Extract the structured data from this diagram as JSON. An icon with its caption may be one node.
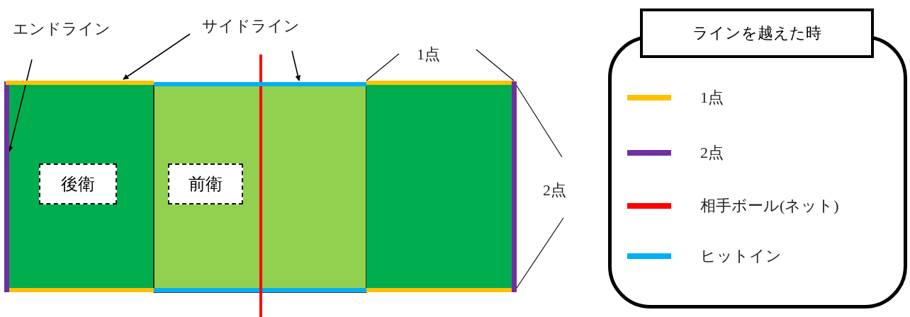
{
  "diagram": {
    "nodes": [
      {
        "text": [
          "エンドライン"
        ]
      },
      {
        "text": [
          "サイドライン"
        ]
      },
      {
        "text": [
          "1点"
        ]
      },
      {
        "text": [
          "2点"
        ]
      },
      {
        "text": [
          "後衛"
        ]
      },
      {
        "text": [
          "前衛"
        ]
      },
      {
        "text": [],
        "shape": "bar"
      },
      {
        "text": [],
        "shape": "bar"
      },
      {
        "text": [],
        "shape": "bar"
      },
      {
        "text": [],
        "shape": "bar"
      },
      {
        "text": [],
        "shape": "bar"
      }
    ],
    "edges": [
      {
        "from": 0,
        "to": 6,
        "arrow": "to"
      },
      {
        "from": 1,
        "to": 7,
        "arrow": "to"
      },
      {
        "from": 1,
        "to": 8,
        "arrow": "to"
      },
      {
        "from": 2,
        "to": 9,
        "arrow": "none"
      },
      {
        "from": 2,
        "to": 9,
        "arrow": "none"
      },
      {
        "from": 3,
        "to": 10,
        "arrow": "none"
      },
      {
        "from": 3,
        "to": 10,
        "arrow": "none"
      }
    ],
    "labels": [
      "ラインを越えた時"
    ],
    "legend": [
      {
        "text": "1点",
        "color": "#ffc000"
      },
      {
        "text": "2点",
        "color": "#7030a0"
      },
      {
        "text": "相手ボール(ネット)",
        "color": "#ff0000"
      },
      {
        "text": "ヒットイン",
        "color": "#00b0f0"
      }
    ]
  }
}
